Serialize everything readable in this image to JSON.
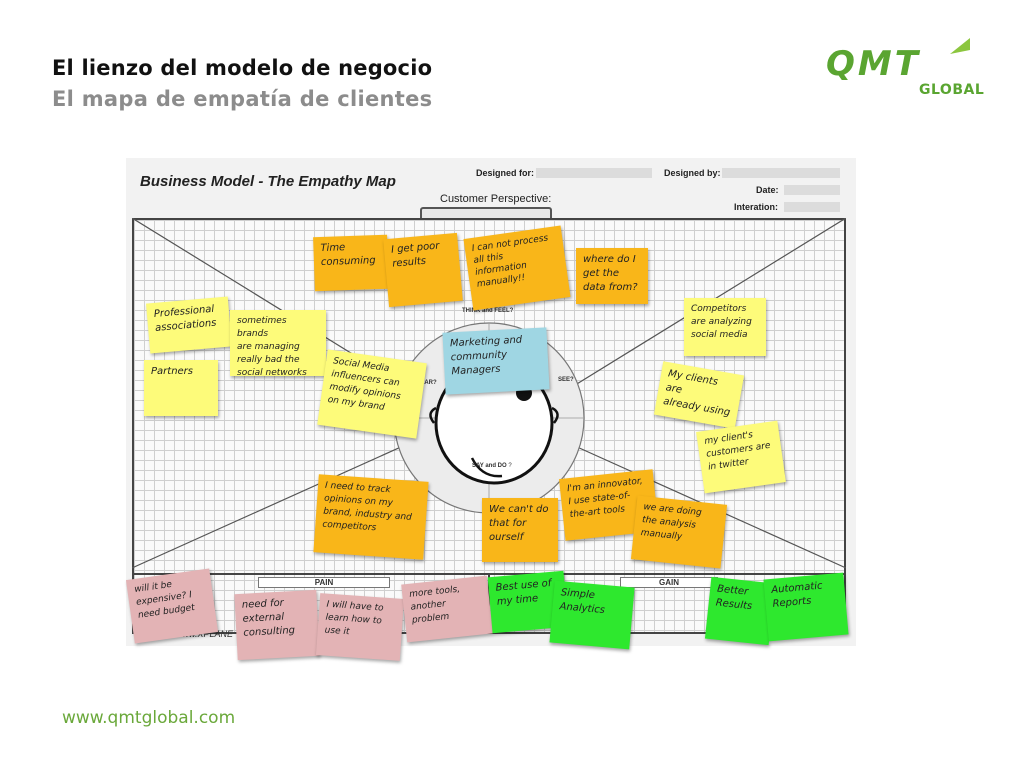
{
  "slide": {
    "title": "El lienzo del modelo de negocio",
    "subtitle": "El mapa de empatía de clientes",
    "footer_url": "www.qmtglobal.com",
    "logo_main": "QMT",
    "logo_sub": "GLOBAL",
    "colors": {
      "accent_green": "#5aa531",
      "note_yellow": "#fdfb7a",
      "note_orange": "#f9b619",
      "note_pink": "#e3b3b5",
      "note_green": "#2ee82e",
      "note_blue": "#9fd6e3"
    }
  },
  "canvas": {
    "title": "Business Model - The Empathy Map",
    "designed_for": "Designed for:",
    "designed_by": "Designed by:",
    "date": "Date:",
    "iteration": "Interation:",
    "customer_perspective": "Customer Perspective:",
    "think_feel": "THINK and FEEL?",
    "see": "SEE?",
    "say_do": "SAY and DO",
    "hear": "HEAR?",
    "pain": "PAIN",
    "gain": "GAIN",
    "xplane": "www.XPLANE"
  },
  "notes": [
    {
      "id": "n1",
      "color": "orange",
      "text": "Time\nconsuming"
    },
    {
      "id": "n2",
      "color": "orange",
      "text": "I get poor\nresults"
    },
    {
      "id": "n3",
      "color": "orange",
      "text": "I can not process\nall this\ninformation\nmanually!!"
    },
    {
      "id": "n4",
      "color": "orange",
      "text": "where do I\nget the\ndata from?"
    },
    {
      "id": "n5",
      "color": "yellow",
      "text": "Professional\nassociations"
    },
    {
      "id": "n6",
      "color": "yellow",
      "text": "sometimes brands\nare managing\nreally bad the\nsocial networks"
    },
    {
      "id": "n7",
      "color": "yellow",
      "text": "Partners"
    },
    {
      "id": "n8",
      "color": "yellow",
      "text": "Social Media\ninfluencers can\nmodify opinions\non my brand"
    },
    {
      "id": "n9",
      "color": "blue",
      "text": "Marketing and\ncommunity\nManagers"
    },
    {
      "id": "n10",
      "color": "yellow",
      "text": "Competitors\nare analyzing\nsocial media"
    },
    {
      "id": "n11",
      "color": "yellow",
      "text": "My clients are\nalready using"
    },
    {
      "id": "n12",
      "color": "yellow",
      "text": "my client's\ncustomers are\nin twitter"
    },
    {
      "id": "n13",
      "color": "orange",
      "text": "I need to track\nopinions on my\nbrand, industry and\ncompetitors"
    },
    {
      "id": "n14",
      "color": "orange",
      "text": "We can't do\nthat for\nourself"
    },
    {
      "id": "n15",
      "color": "orange",
      "text": "I'm an innovator,\nI use state-of-\nthe-art tools"
    },
    {
      "id": "n16",
      "color": "orange",
      "text": "we are doing\nthe analysis\nmanually"
    },
    {
      "id": "n17",
      "color": "pink",
      "text": "will it be\nexpensive? I\nneed budget"
    },
    {
      "id": "n18",
      "color": "pink",
      "text": "need for\nexternal\nconsulting"
    },
    {
      "id": "n19",
      "color": "pink",
      "text": "I will have to\nlearn how to\nuse it"
    },
    {
      "id": "n20",
      "color": "pink",
      "text": "more tools,\nanother\nproblem"
    },
    {
      "id": "n21",
      "color": "green",
      "text": "Best use of\nmy time"
    },
    {
      "id": "n22",
      "color": "green",
      "text": "Simple\nAnalytics"
    },
    {
      "id": "n23",
      "color": "green",
      "text": "Better\nResults"
    },
    {
      "id": "n24",
      "color": "green",
      "text": "Automatic\nReports"
    }
  ]
}
